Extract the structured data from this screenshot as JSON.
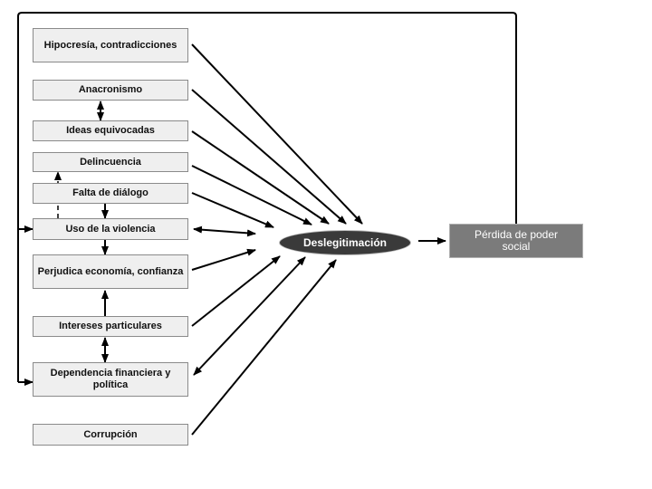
{
  "factors": [
    "Hipocresía, contradicciones",
    "Anacronismo",
    "Ideas equivocadas",
    "Delincuencia",
    "Falta de diálogo",
    "Uso de la violencia",
    "Perjudica economía, confianza",
    "Intereses particulares",
    "Dependencia financiera y política",
    "Corrupción"
  ],
  "center": "Deslegitimación",
  "outcome": "Pérdida de poder social",
  "colors": {
    "factor_fill": "#efefef",
    "center_fill": "#3a3a3a",
    "outcome_fill": "#7b7b7b",
    "arrow": "#000000"
  }
}
